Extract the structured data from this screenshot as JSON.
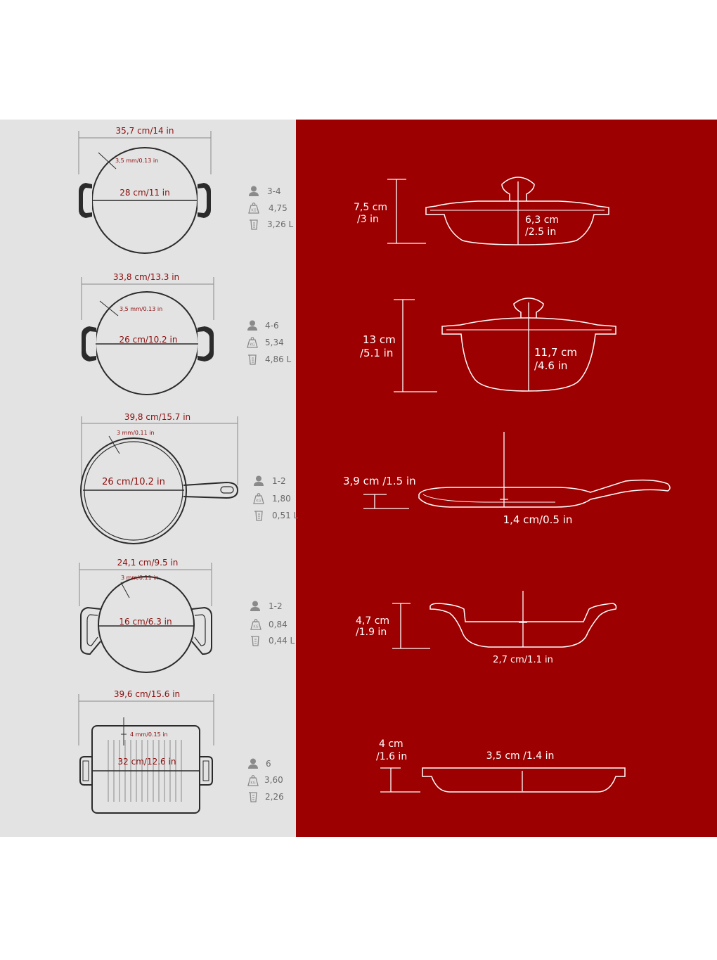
{
  "colors": {
    "left_panel": "#e3e3e3",
    "right_panel": "#9d0000",
    "label_dark": "#8b0d0d",
    "outline": "#2b2b2b",
    "spec_text": "#6b6b6b"
  },
  "icons": [
    "person-icon",
    "weight-kg-icon",
    "measuring-cup-icon"
  ],
  "products": [
    {
      "top": {
        "width": "35,7 cm/14 in",
        "thickness": "3,5 mm/0.13 in",
        "inner": "28 cm/11 in"
      },
      "specs": {
        "servings": "3-4",
        "weight": "4,75",
        "volume": "3,26 L"
      },
      "side": {
        "height1": "7,5 cm",
        "height2": "/3 in",
        "depth1": "6,3 cm",
        "depth2": "/2.5 in"
      }
    },
    {
      "top": {
        "width": "33,8 cm/13.3 in",
        "thickness": "3,5 mm/0.13 in",
        "inner": "26 cm/10.2 in"
      },
      "specs": {
        "servings": "4-6",
        "weight": "5,34",
        "volume": "4,86 L"
      },
      "side": {
        "height1": "13 cm",
        "height2": "/5.1 in",
        "depth1": "11,7 cm",
        "depth2": "/4.6 in"
      }
    },
    {
      "top": {
        "width": "39,8 cm/15.7 in",
        "thickness": "3 mm/0.11 in",
        "inner": "26 cm/10.2 in"
      },
      "specs": {
        "servings": "1-2",
        "weight": "1,80",
        "volume": "0,51 L"
      },
      "side": {
        "height": "3,9 cm /1.5 in",
        "depth": "1,4 cm/0.5 in"
      }
    },
    {
      "top": {
        "width": "24,1 cm/9.5 in",
        "thickness": "3 mm/0.11 in",
        "inner": "16 cm/6.3 in"
      },
      "specs": {
        "servings": "1-2",
        "weight": "0,84",
        "volume": "0,44 L"
      },
      "side": {
        "height1": "4,7 cm",
        "height2": "/1.9 in",
        "depth": "2,7 cm/1.1 in"
      }
    },
    {
      "top": {
        "width": "39,6 cm/15.6 in",
        "thickness": "4 mm/0.15 in",
        "inner": "32 cm/12.6 in"
      },
      "specs": {
        "servings": "6",
        "weight": "3,60",
        "volume": "2,26"
      },
      "side": {
        "height1": "4 cm",
        "height2": "/1.6 in",
        "depth": "3,5 cm /1.4 in"
      }
    }
  ]
}
